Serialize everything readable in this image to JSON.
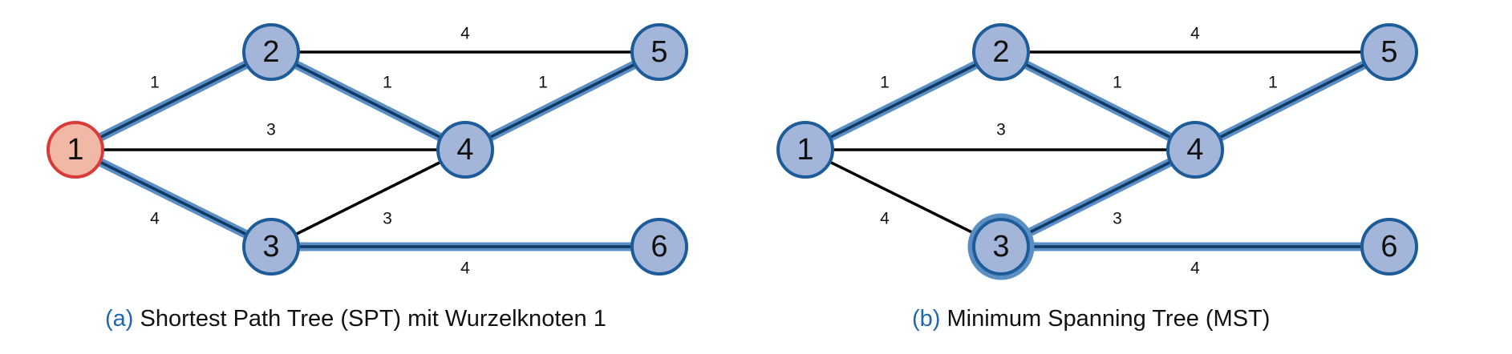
{
  "colors": {
    "node_fill": "#a3b6da",
    "node_stroke": "#1d5c98",
    "root_fill": "#f0b8a5",
    "root_stroke": "#d93b3b",
    "edge": "#000000",
    "tree_edge_outer": "#5b8fc4",
    "tree_edge_inner": "#0f3a66",
    "caption_tag": "#2166b0"
  },
  "panels": [
    {
      "id": "spt",
      "caption_tag": "(a)",
      "caption_text": "Shortest Path Tree (SPT) mit Wurzelknoten 1",
      "root": "1",
      "highlight_node": null,
      "nodes": [
        "1",
        "2",
        "3",
        "4",
        "5",
        "6"
      ],
      "edges": [
        {
          "from": "1",
          "to": "2",
          "weight": "1",
          "in_tree": true
        },
        {
          "from": "1",
          "to": "4",
          "weight": "3",
          "in_tree": false
        },
        {
          "from": "1",
          "to": "3",
          "weight": "4",
          "in_tree": true
        },
        {
          "from": "2",
          "to": "5",
          "weight": "4",
          "in_tree": false
        },
        {
          "from": "2",
          "to": "4",
          "weight": "1",
          "in_tree": true
        },
        {
          "from": "4",
          "to": "5",
          "weight": "1",
          "in_tree": true
        },
        {
          "from": "3",
          "to": "4",
          "weight": "3",
          "in_tree": false
        },
        {
          "from": "3",
          "to": "6",
          "weight": "4",
          "in_tree": true
        }
      ]
    },
    {
      "id": "mst",
      "caption_tag": "(b)",
      "caption_text": "Minimum Spanning Tree (MST)",
      "root": null,
      "highlight_node": "3",
      "nodes": [
        "1",
        "2",
        "3",
        "4",
        "5",
        "6"
      ],
      "edges": [
        {
          "from": "1",
          "to": "2",
          "weight": "1",
          "in_tree": true
        },
        {
          "from": "1",
          "to": "4",
          "weight": "3",
          "in_tree": false
        },
        {
          "from": "1",
          "to": "3",
          "weight": "4",
          "in_tree": false
        },
        {
          "from": "2",
          "to": "5",
          "weight": "4",
          "in_tree": false
        },
        {
          "from": "2",
          "to": "4",
          "weight": "1",
          "in_tree": true
        },
        {
          "from": "4",
          "to": "5",
          "weight": "1",
          "in_tree": true
        },
        {
          "from": "3",
          "to": "4",
          "weight": "3",
          "in_tree": true
        },
        {
          "from": "3",
          "to": "6",
          "weight": "4",
          "in_tree": true
        }
      ]
    }
  ]
}
